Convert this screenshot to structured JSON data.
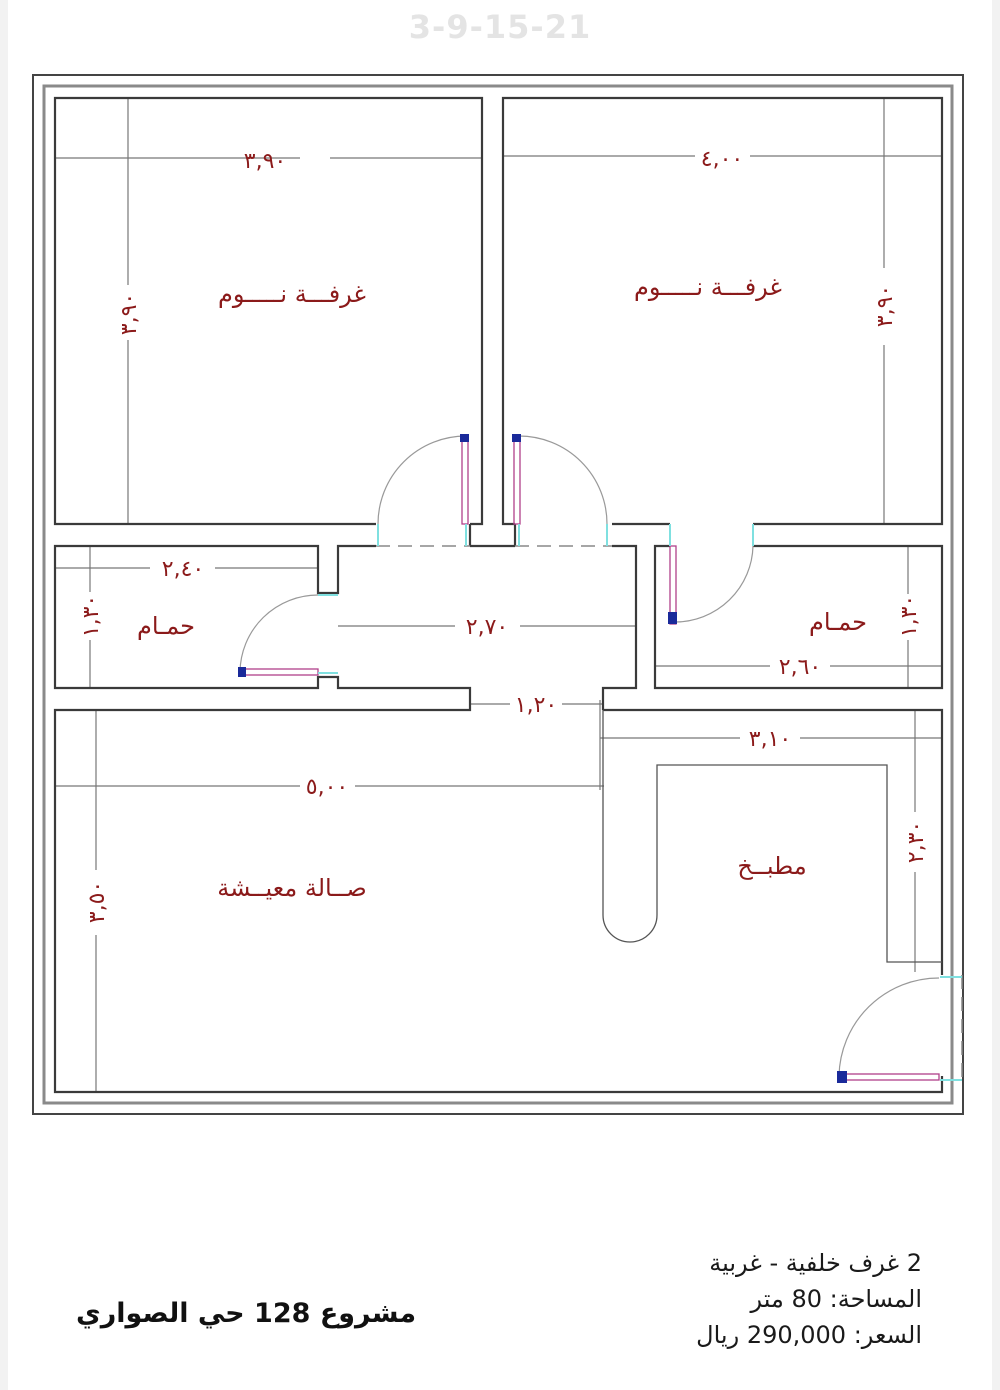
{
  "watermark": "3-9-15-21",
  "floor_plan": {
    "rooms": [
      {
        "id": "bedroom-1",
        "label": "غرفـــة نـــــوم",
        "width_dim": "٣,٩٠",
        "height_dim": "٣,٩٠"
      },
      {
        "id": "bedroom-2",
        "label": "غرفـــة نـــــوم",
        "width_dim": "٤,٠٠",
        "height_dim": "٣,٩٠"
      },
      {
        "id": "bathroom-1",
        "label": "حمـام",
        "width_dim": "٢,٤٠",
        "height_dim": "١,٣٠"
      },
      {
        "id": "corridor",
        "label": "",
        "width_dim": "٢,٧٠",
        "height_dim": ""
      },
      {
        "id": "bathroom-2",
        "label": "حمـام",
        "width_dim": "٢,٦٠",
        "height_dim": "١,٣٠"
      },
      {
        "id": "living-room",
        "label": "صــالة معيــشة",
        "width_dim": "٥,٠٠",
        "height_dim": "٣,٥٠"
      },
      {
        "id": "kitchen",
        "label": "مطبــخ",
        "width_dim": "٣,١٠",
        "height_dim": "٢,٣٠"
      }
    ],
    "opening_dim": "١,٢٠",
    "colors": {
      "wall": "#3a3a3a",
      "frame": "#8a8a8a",
      "dimension_line": "#6a6a6a",
      "text": "#8b1a1a",
      "door_frame": "#7fe0e0",
      "door_leaf": "#b0408a",
      "door_hinge": "#1a2a9a"
    }
  },
  "info": {
    "line1": "2 غرف خلفية - غربية",
    "line2": "المساحة: 80 متر",
    "line3": "السعر: 290,000 ريال"
  },
  "project": {
    "title": "مشروع 128 حي الصواري"
  }
}
